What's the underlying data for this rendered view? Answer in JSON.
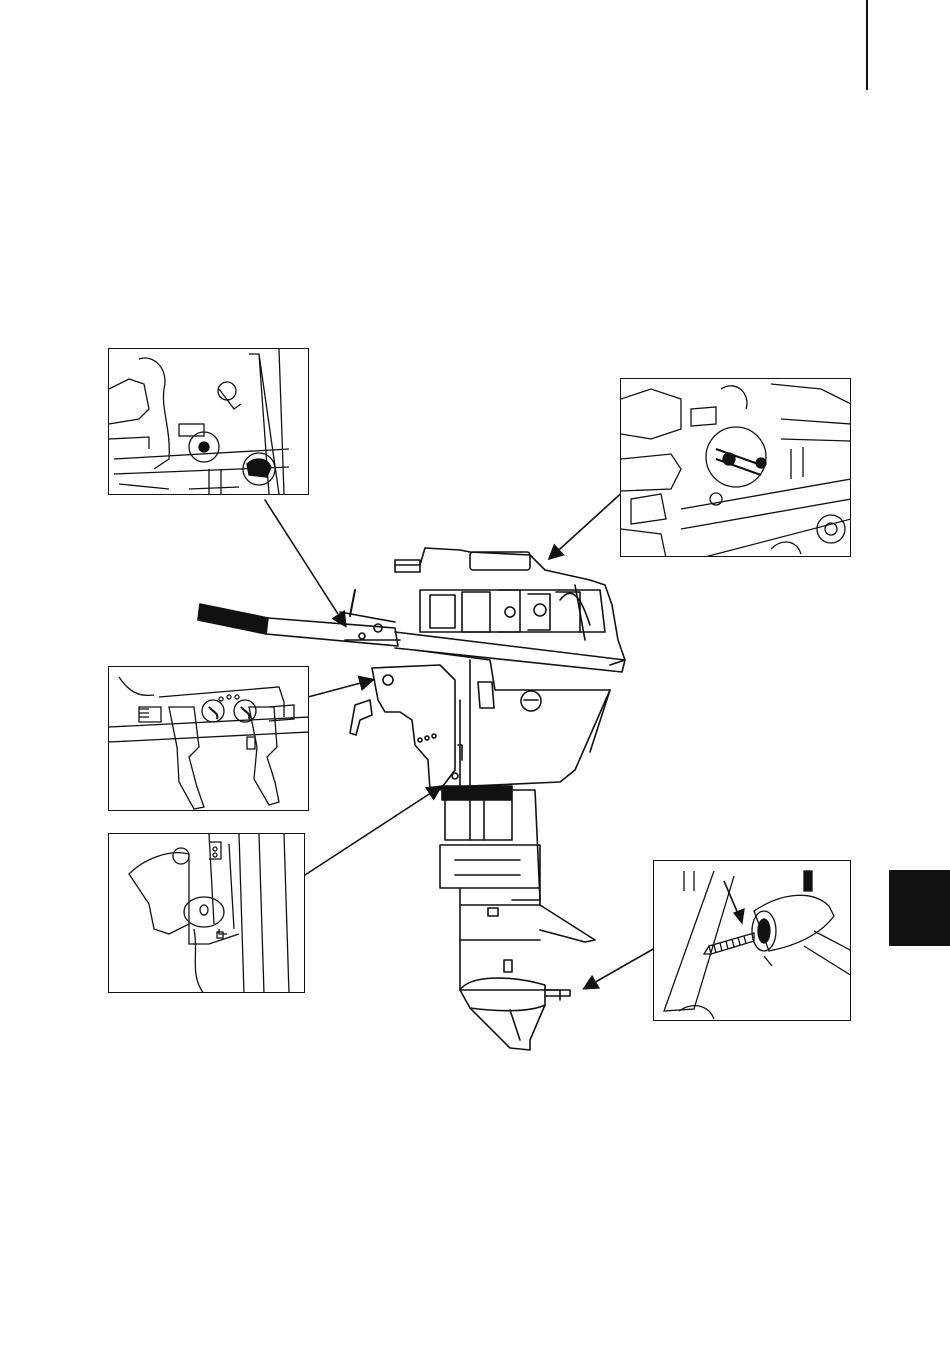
{
  "page": {
    "colors": {
      "ink": "#111111",
      "paper": "#ffffff",
      "chapter_tab": "#111111"
    }
  },
  "figure": {
    "subject": "outboard-motor-lubrication-points",
    "insets": [
      {
        "id": "steering-bracket-grease-point",
        "icon": "grease-nipple-icon"
      },
      {
        "id": "carburetor-linkage-point",
        "icon": "linkage-detail-icon"
      },
      {
        "id": "clamp-screws-point",
        "icon": "clamp-screw-icon"
      },
      {
        "id": "tilt-pivot-grease-point",
        "icon": "grease-nipple-icon"
      },
      {
        "id": "propeller-shaft-point",
        "icon": "propeller-shaft-icon"
      }
    ]
  }
}
